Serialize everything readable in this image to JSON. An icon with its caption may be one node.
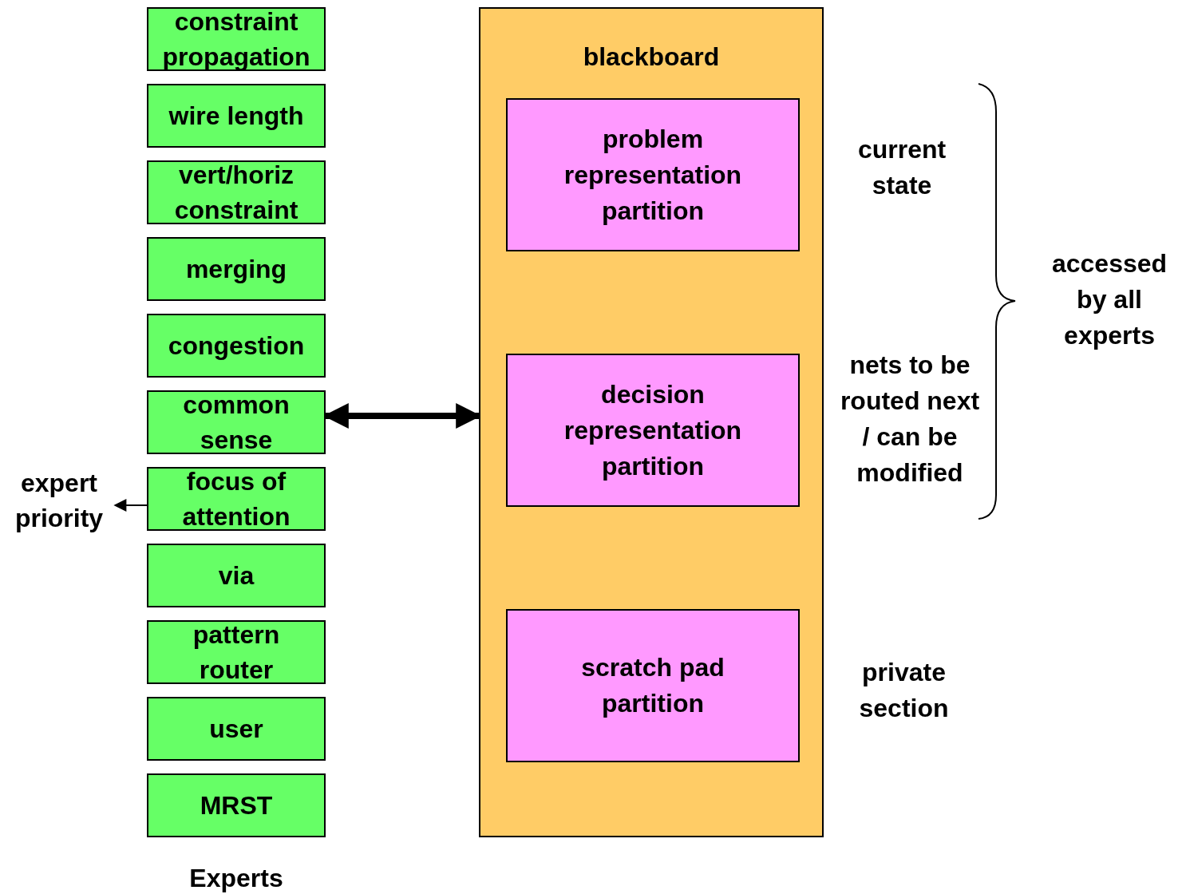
{
  "diagram": {
    "nodes": [
      {
        "text": [
          "constraint propagation"
        ]
      },
      {
        "text": [
          "wire length"
        ]
      },
      {
        "text": [
          "vert/horiz constraint"
        ]
      },
      {
        "text": [
          "merging"
        ]
      },
      {
        "text": [
          "congestion"
        ]
      },
      {
        "text": [
          "common sense"
        ]
      },
      {
        "text": [
          "focus of attention"
        ]
      },
      {
        "text": [
          "via"
        ]
      },
      {
        "text": [
          "pattern router"
        ]
      },
      {
        "text": [
          "user"
        ]
      },
      {
        "text": [
          "MRST"
        ]
      },
      {
        "text": [
          "expert priority"
        ]
      },
      {
        "text": [
          "blackboard"
        ]
      },
      {
        "text": [
          "problem representation partition"
        ],
        "in": 12
      },
      {
        "text": [
          "decision representation partition"
        ],
        "in": 12
      },
      {
        "text": [
          "scratch pad partition"
        ],
        "in": 12
      }
    ],
    "edges": [
      {
        "from": 6,
        "to": 11,
        "arrow": "to"
      },
      {
        "from": 5,
        "to": 12,
        "arrow": "both",
        "style": "thick"
      }
    ],
    "labels": [
      "Experts",
      "current state",
      "nets to be routed next / can be modified",
      "private section",
      "accessed by all experts"
    ]
  }
}
